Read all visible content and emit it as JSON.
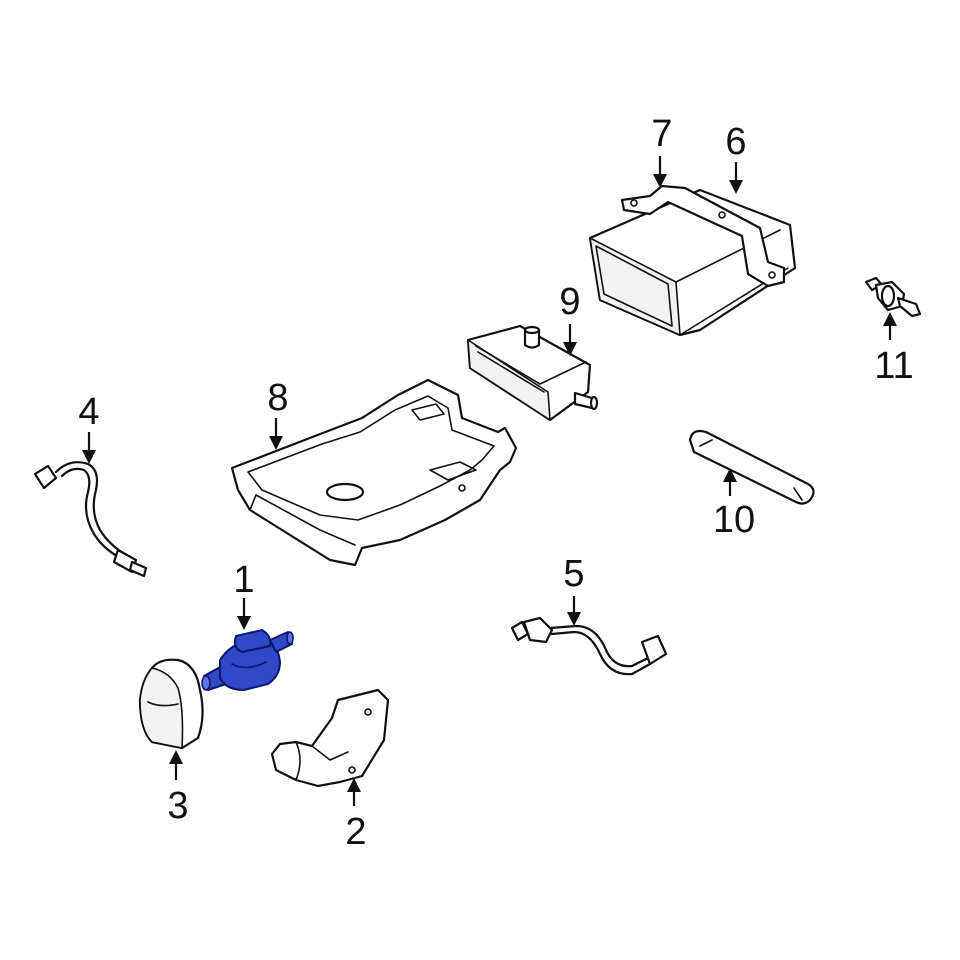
{
  "diagram": {
    "highlight_color": "#2f49c8",
    "callouts": [
      {
        "id": "1",
        "label": "1",
        "highlighted": true
      },
      {
        "id": "2",
        "label": "2"
      },
      {
        "id": "3",
        "label": "3"
      },
      {
        "id": "4",
        "label": "4"
      },
      {
        "id": "5",
        "label": "5"
      },
      {
        "id": "6",
        "label": "6"
      },
      {
        "id": "7",
        "label": "7"
      },
      {
        "id": "8",
        "label": "8"
      },
      {
        "id": "9",
        "label": "9"
      },
      {
        "id": "10",
        "label": "10"
      },
      {
        "id": "11",
        "label": "11"
      }
    ]
  }
}
